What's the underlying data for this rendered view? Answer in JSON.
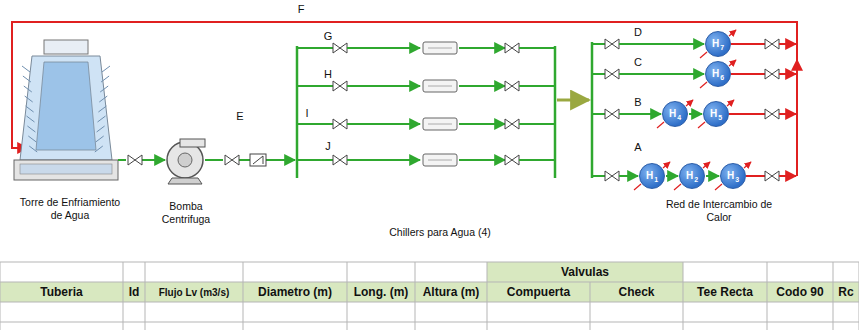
{
  "diagram": {
    "nodes": [
      {
        "text": [
          "H",
          "7"
        ]
      },
      {
        "text": [
          "H",
          "6"
        ]
      },
      {
        "text": [
          "H",
          "4"
        ]
      },
      {
        "text": [
          "H",
          "5"
        ]
      },
      {
        "text": [
          "H",
          "1"
        ]
      },
      {
        "text": [
          "H",
          "2"
        ]
      },
      {
        "text": [
          "H",
          "3"
        ]
      }
    ],
    "edges": [
      {
        "from": 2,
        "to": 3,
        "arrow": "to"
      },
      {
        "from": 4,
        "to": 5,
        "arrow": "to"
      },
      {
        "from": 5,
        "to": 6,
        "arrow": "to"
      }
    ],
    "labels": [
      "F",
      "E",
      "G",
      "H",
      "I",
      "J",
      "D",
      "C",
      "B",
      "A",
      "Torre de Enfriamiento de Agua",
      "Bomba Centrifuga",
      "Chillers para Agua (4)",
      "Red de Intercambio de Calor",
      "Valvulas",
      "Tuberia",
      "Id",
      "Flujo Lv (m3/s)",
      "Diametro (m)",
      "Long. (m)",
      "Altura (m)",
      "Compuerta",
      "Check",
      "Tee Recta",
      "Codo 90",
      "Rc"
    ]
  }
}
